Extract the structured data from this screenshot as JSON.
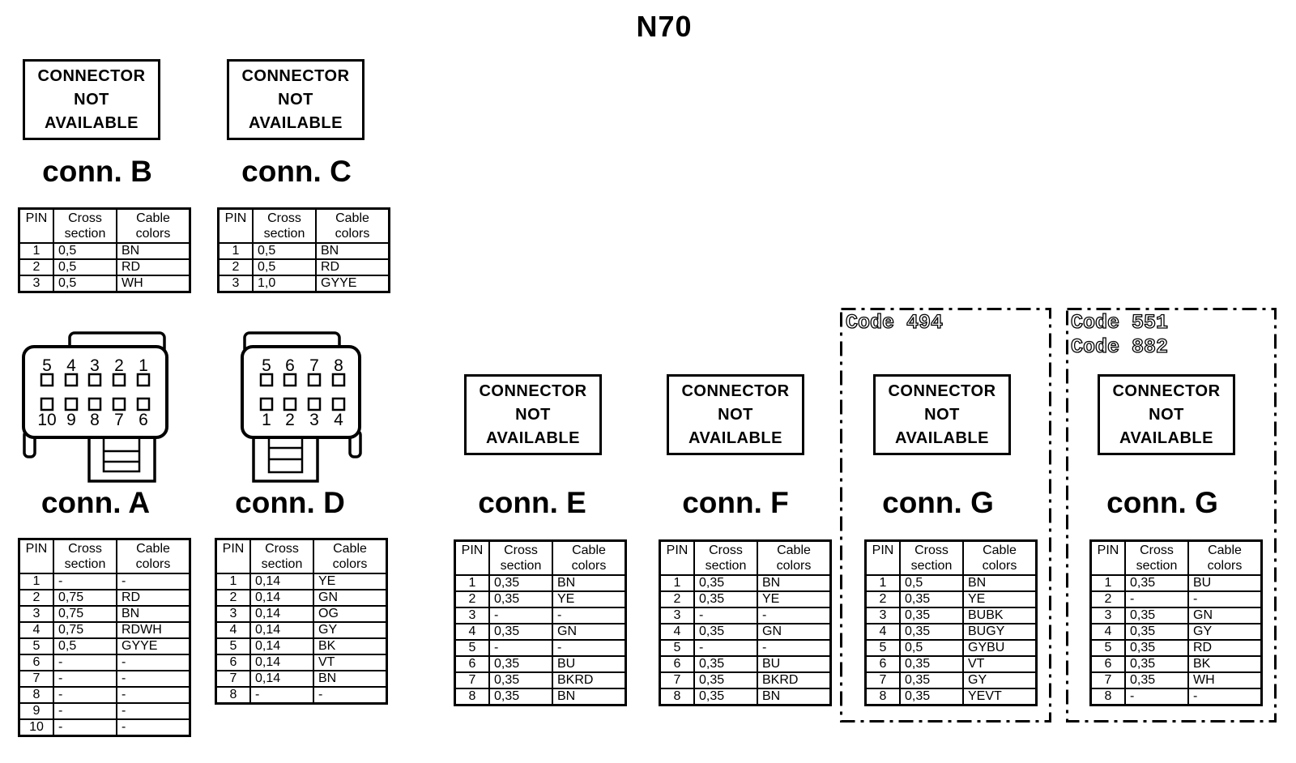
{
  "title": "N70",
  "not_available_box": {
    "lines": [
      "CONNECTOR",
      "NOT",
      "AVAILABLE"
    ]
  },
  "table_headers": {
    "pin": "PIN",
    "cross": "Cross section",
    "cable": "Cable colors"
  },
  "connectors": {
    "B": {
      "label": "conn. B",
      "rows": [
        [
          "1",
          "0,5",
          "BN"
        ],
        [
          "2",
          "0,5",
          "RD"
        ],
        [
          "3",
          "0,5",
          "WH"
        ]
      ]
    },
    "C": {
      "label": "conn. C",
      "rows": [
        [
          "1",
          "0,5",
          "BN"
        ],
        [
          "2",
          "0,5",
          "RD"
        ],
        [
          "3",
          "1,0",
          "GYYE"
        ]
      ]
    },
    "A": {
      "label": "conn. A",
      "pins_top": [
        "5",
        "4",
        "3",
        "2",
        "1"
      ],
      "pins_bottom": [
        "10",
        "9",
        "8",
        "7",
        "6"
      ],
      "rows": [
        [
          "1",
          "-",
          "-"
        ],
        [
          "2",
          "0,75",
          "RD"
        ],
        [
          "3",
          "0,75",
          "BN"
        ],
        [
          "4",
          "0,75",
          "RDWH"
        ],
        [
          "5",
          "0,5",
          "GYYE"
        ],
        [
          "6",
          "-",
          "-"
        ],
        [
          "7",
          "-",
          "-"
        ],
        [
          "8",
          "-",
          "-"
        ],
        [
          "9",
          "-",
          "-"
        ],
        [
          "10",
          "-",
          "-"
        ]
      ]
    },
    "D": {
      "label": "conn. D",
      "pins_top": [
        "5",
        "6",
        "7",
        "8"
      ],
      "pins_bottom": [
        "1",
        "2",
        "3",
        "4"
      ],
      "rows": [
        [
          "1",
          "0,14",
          "YE"
        ],
        [
          "2",
          "0,14",
          "GN"
        ],
        [
          "3",
          "0,14",
          "OG"
        ],
        [
          "4",
          "0,14",
          "GY"
        ],
        [
          "5",
          "0,14",
          "BK"
        ],
        [
          "6",
          "0,14",
          "VT"
        ],
        [
          "7",
          "0,14",
          "BN"
        ],
        [
          "8",
          "-",
          "-"
        ]
      ]
    },
    "E": {
      "label": "conn. E",
      "rows": [
        [
          "1",
          "0,35",
          "BN"
        ],
        [
          "2",
          "0,35",
          "YE"
        ],
        [
          "3",
          "-",
          "-"
        ],
        [
          "4",
          "0,35",
          "GN"
        ],
        [
          "5",
          "-",
          "-"
        ],
        [
          "6",
          "0,35",
          "BU"
        ],
        [
          "7",
          "0,35",
          "BKRD"
        ],
        [
          "8",
          "0,35",
          "BN"
        ]
      ]
    },
    "F": {
      "label": "conn. F",
      "rows": [
        [
          "1",
          "0,35",
          "BN"
        ],
        [
          "2",
          "0,35",
          "YE"
        ],
        [
          "3",
          "-",
          "-"
        ],
        [
          "4",
          "0,35",
          "GN"
        ],
        [
          "5",
          "-",
          "-"
        ],
        [
          "6",
          "0,35",
          "BU"
        ],
        [
          "7",
          "0,35",
          "BKRD"
        ],
        [
          "8",
          "0,35",
          "BN"
        ]
      ]
    },
    "G1": {
      "label": "conn. G",
      "codes": [
        "Code 494"
      ],
      "rows": [
        [
          "1",
          "0,5",
          "BN"
        ],
        [
          "2",
          "0,35",
          "YE"
        ],
        [
          "3",
          "0,35",
          "BUBK"
        ],
        [
          "4",
          "0,35",
          "BUGY"
        ],
        [
          "5",
          "0,5",
          "GYBU"
        ],
        [
          "6",
          "0,35",
          "VT"
        ],
        [
          "7",
          "0,35",
          "GY"
        ],
        [
          "8",
          "0,35",
          "YEVT"
        ]
      ]
    },
    "G2": {
      "label": "conn. G",
      "codes": [
        "Code 551",
        "Code 882"
      ],
      "rows": [
        [
          "1",
          "0,35",
          "BU"
        ],
        [
          "2",
          "-",
          "-"
        ],
        [
          "3",
          "0,35",
          "GN"
        ],
        [
          "4",
          "0,35",
          "GY"
        ],
        [
          "5",
          "0,35",
          "RD"
        ],
        [
          "6",
          "0,35",
          "BK"
        ],
        [
          "7",
          "0,35",
          "WH"
        ],
        [
          "8",
          "-",
          "-"
        ]
      ]
    }
  }
}
